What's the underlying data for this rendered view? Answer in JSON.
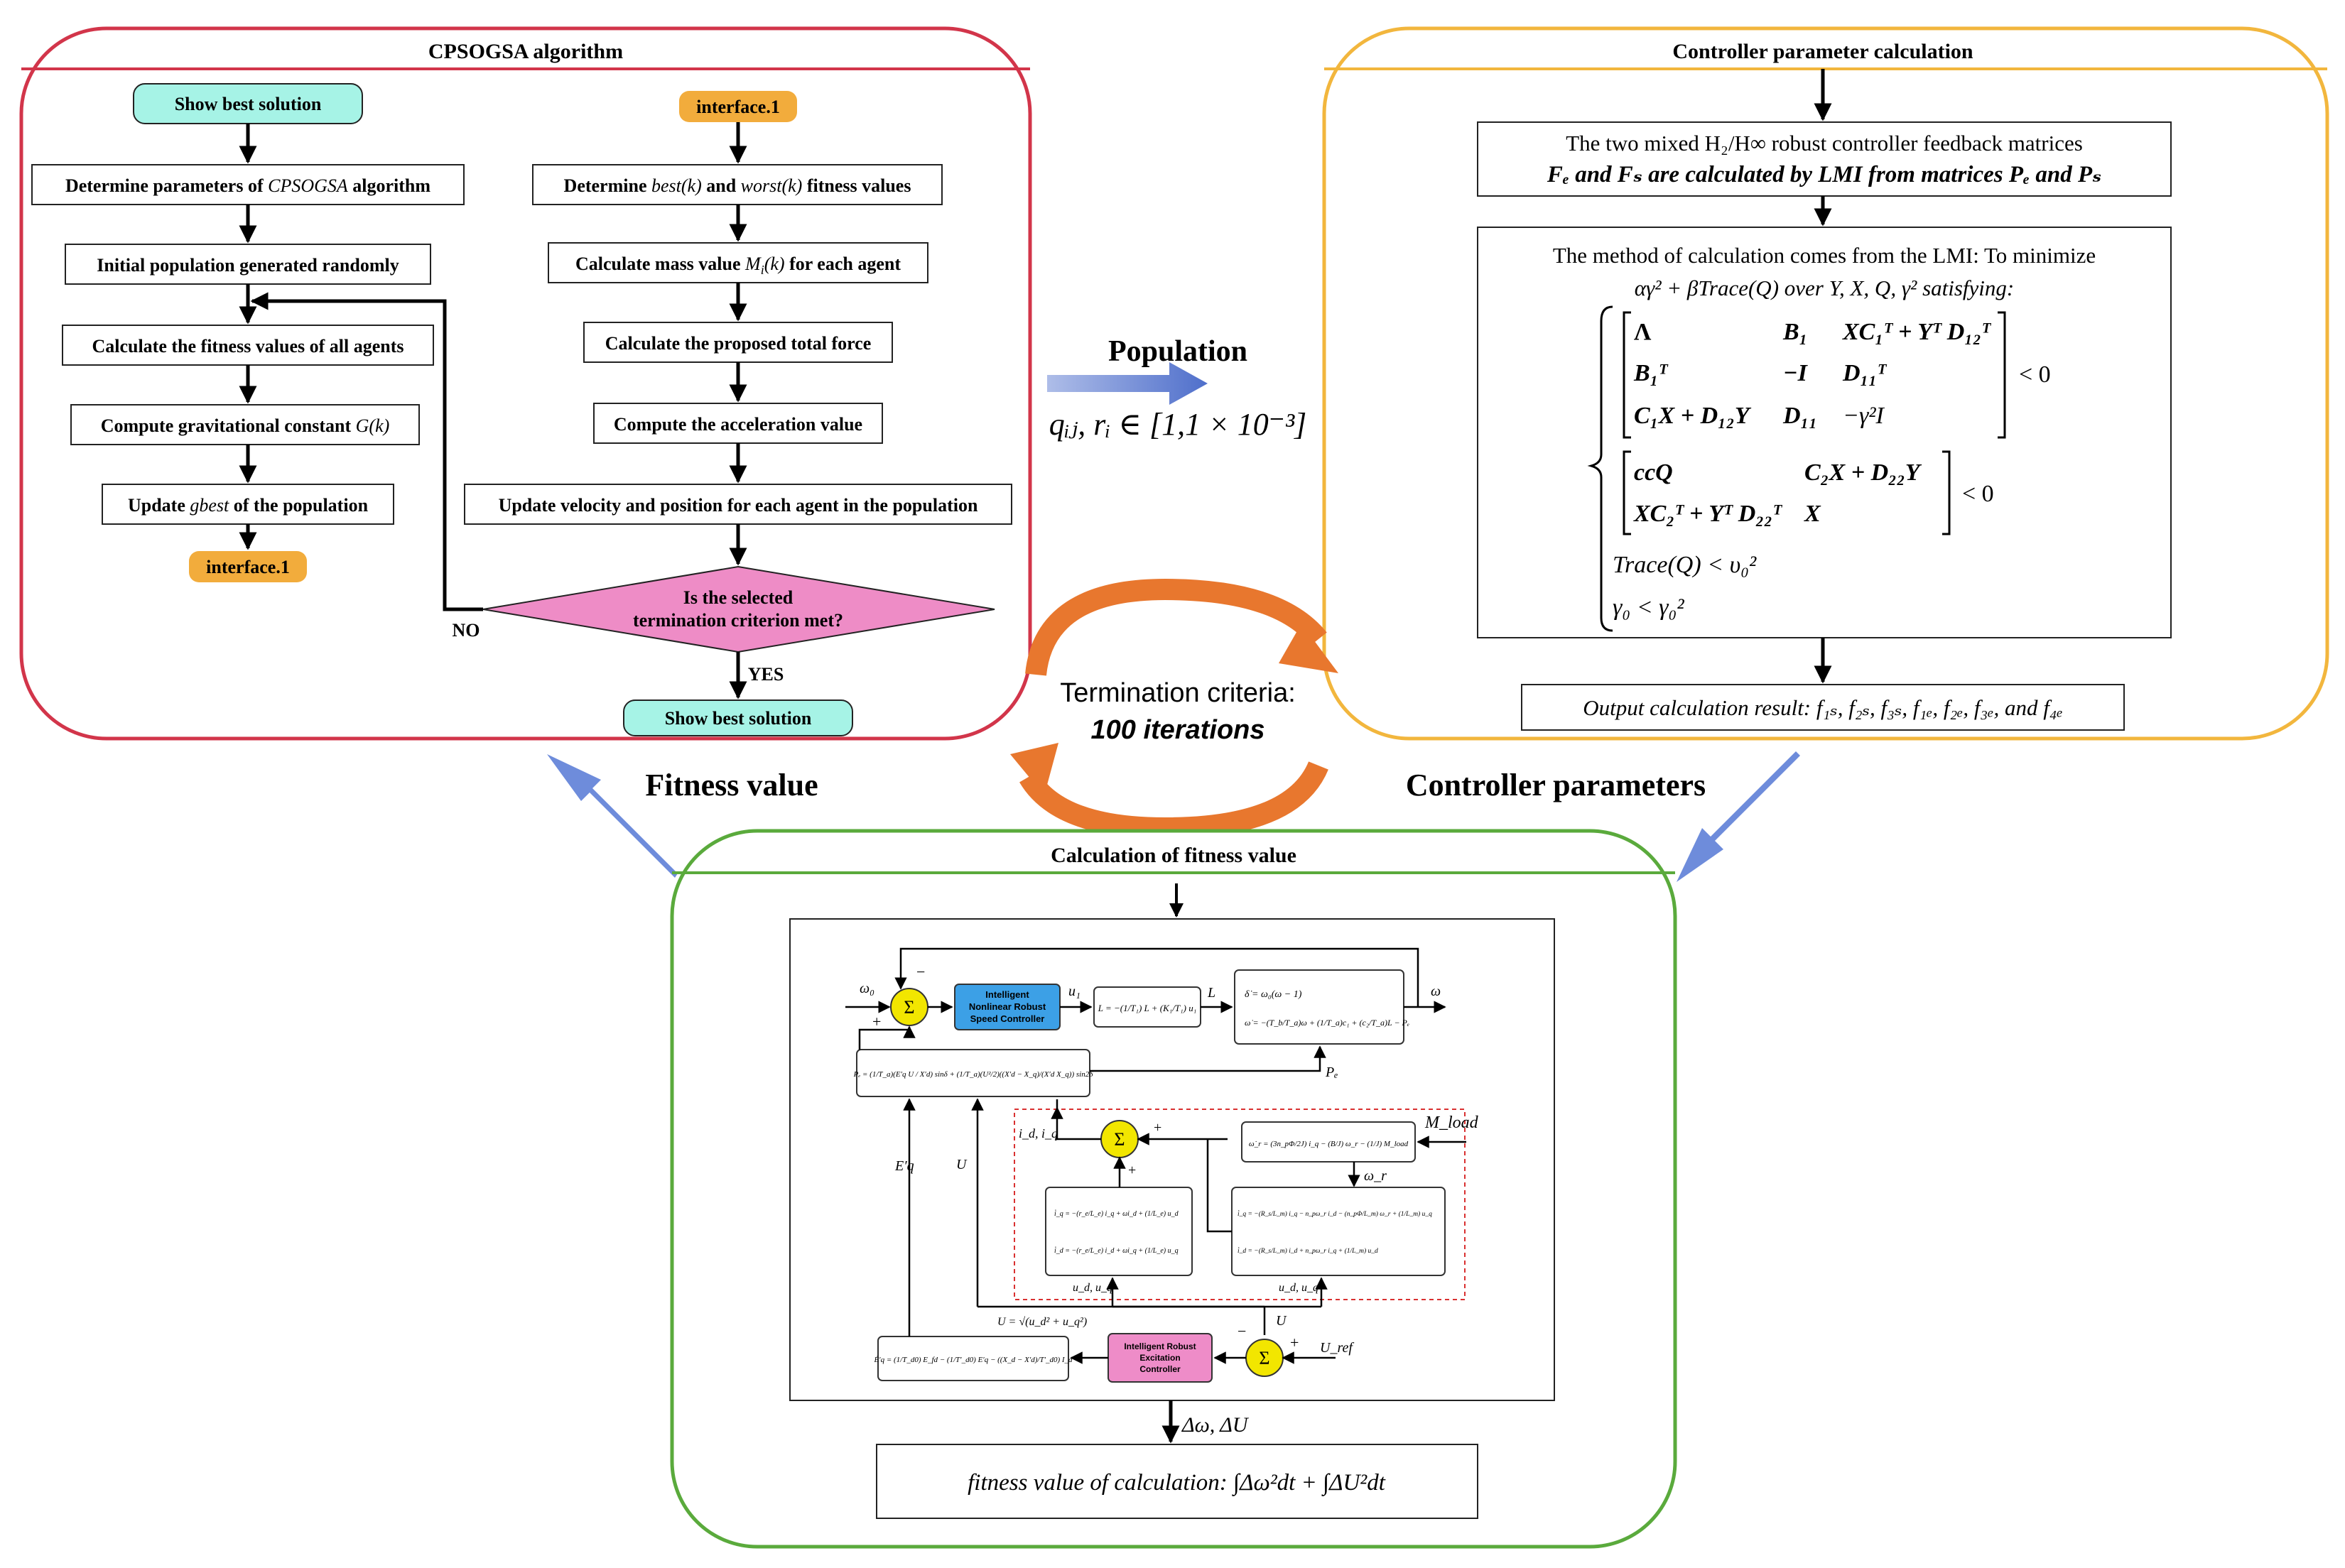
{
  "colors": {
    "cpsogsa_border": "#d2354a",
    "controller_border": "#f2b63d",
    "fitness_border": "#5aaa3c",
    "teal_box": "#a6f3e6",
    "orange_box": "#f2ac3c",
    "pink_diamond": "#ee8cc6",
    "blue_arrow": "#5f7fd2",
    "orange_arrow": "#e8772e",
    "sum_circle": "#f2e600",
    "blue_controller": "#3ca0e6",
    "pink_controller": "#ee8cc8",
    "red_dashed": "#d93030"
  },
  "cpsogsa": {
    "title": "CPSOGSA algorithm",
    "left": {
      "show_best": "Show best solution",
      "step1_pre": "Determine parameters of ",
      "step1_em": "CPSOGSA",
      "step1_post": " algorithm",
      "step2": "Initial population generated randomly",
      "step3": "Calculate the fitness values of all agents",
      "step4_pre": "Compute gravitational constant ",
      "step4_em": "G(k)",
      "step5_pre": "Update ",
      "step5_em": "gbest",
      "step5_post": " of the population",
      "interface": "interface.1"
    },
    "right": {
      "interface": "interface.1",
      "step1_pre": "Determine ",
      "step1_em1": "best(k)",
      "step1_mid": " and ",
      "step1_em2": "worst(k)",
      "step1_post": " fitness values",
      "step2_pre": "Calculate mass value ",
      "step2_em": "M",
      "step2_sub": "i",
      "step2_em2": "(k)",
      "step2_post": " for each agent",
      "step3": "Calculate the proposed total force",
      "step4": "Compute the acceleration value",
      "step5": "Update velocity and position for each agent in the population",
      "decision_line1": "Is the selected",
      "decision_line2": "termination criterion met?",
      "no": "NO",
      "yes": "YES",
      "show_best": "Show best solution"
    }
  },
  "controller": {
    "title": "Controller parameter calculation",
    "box1_line1": "The two mixed H₂/H∞ robust controller feedback matrices",
    "box1_line2": "Fₑ and Fₛ are calculated by LMI from matrices Pₑ and Pₛ",
    "box2_line1": "The method of calculation comes from the LMI:  To minimize",
    "box2_line2": "αγ² + βTrace(Q) over Y, X, Q, γ² satisfying:",
    "m1_r1c1": "Λ",
    "m1_r1c2": "B₁",
    "m1_r1c3": "XC₁ᵀ + Yᵀ D₁₂ᵀ",
    "m1_r2c1": "B₁ᵀ",
    "m1_r2c2": "−I",
    "m1_r2c3": "D₁₁ᵀ",
    "m1_r3c1": "C₁X + D₁₂Y",
    "m1_r3c2": "D₁₁",
    "m1_r3c3": "−γ²I",
    "m1_rhs": "< 0",
    "m2_r1c1": "ccQ",
    "m2_r1c2": "C₂X + D₂₂Y",
    "m2_r2c1": "XC₂ᵀ + Yᵀ D₂₂ᵀ",
    "m2_r2c2": "X",
    "m2_rhs": "< 0",
    "cond1": "Trace(Q) < υ₀²",
    "cond2": "γ₀ < γ₀²",
    "output": "Output calculation result: f₁ₛ, f₂ₛ, f₃ₛ, f₁ₑ, f₂ₑ, f₃ₑ, and f₄ₑ"
  },
  "links": {
    "population": "Population",
    "population_formula": "qᵢⱼ, rᵢ ∈ [1,1 × 10⁻³]",
    "termination_label": "Termination criteria:",
    "termination_value": "100 iterations",
    "fitness_value": "Fitness value",
    "controller_parameters": "Controller parameters"
  },
  "fitness": {
    "title": "Calculation of fitness value",
    "omega0": "ω₀",
    "omega": "ω",
    "u1": "u₁",
    "L": "L",
    "Pe": "Pₑ",
    "id_iq": "i_d, i_q",
    "Eq": "E′q",
    "U": "U",
    "Mload": "M_load",
    "omega_r": "ω_r",
    "ud_uq_1": "u_d, u_q",
    "ud_uq_2": "u_d, u_q",
    "U_formula": "U = √(u_d² + u_q²)",
    "U2": "U",
    "Uref": "U_ref",
    "blue_ctrl_1": "Intelligent",
    "blue_ctrl_2": "Nonlinear Robust",
    "blue_ctrl_3": "Speed Controller",
    "pink_ctrl_1": "Intelligent Robust",
    "pink_ctrl_2": "Excitation",
    "pink_ctrl_3": "Controller",
    "eq_L": "L = −(1/T₁) L + (K₁/T₁) u₁",
    "eq_swing_1": "δ̇ = ω₀(ω − 1)",
    "eq_swing_2": "ω̇ = −(T_b/T_a)ω + (1/T_a)c₁ + (c₂/T_a)L − Pₑ",
    "eq_Pe": "Pₑ = (1/T_a)(E′q U / X′d) sinδ + (1/T_a)(U²/2)((X′d − X_q)/(X′d X_q)) sin2δ",
    "eq_mech": "ω̇_r = (3n_pΦ/2J) i_q − (B/J) ω_r − (1/J) M_load",
    "eq_inv_1": "i̇_q = −(r_e/L_e) i_q + ωi_d + (1/L_e) u_d",
    "eq_inv_2": "i̇_d = −(r_e/L_e) i_d + ωi_q + (1/L_e) u_q",
    "eq_motor_1": "i̇_q = −(R_s/L_m) i_q − n_pω_r i_d − (n_pΦ/L_m) ω_r + (1/L_m) u_q",
    "eq_motor_2": "i̇_d = −(R_s/L_m) i_d + n_pω_r i_q + (1/L_m) u_d",
    "eq_exc": "Ė′q = (1/T_d0) E_fd − (1/T′_d0) E′q − ((X_d − X′d)/T′_d0) I_d",
    "d_label": "Δω, ΔU",
    "fitness_formula": "fitness value of calculation:  ∫Δω²dt + ∫ΔU²dt"
  }
}
